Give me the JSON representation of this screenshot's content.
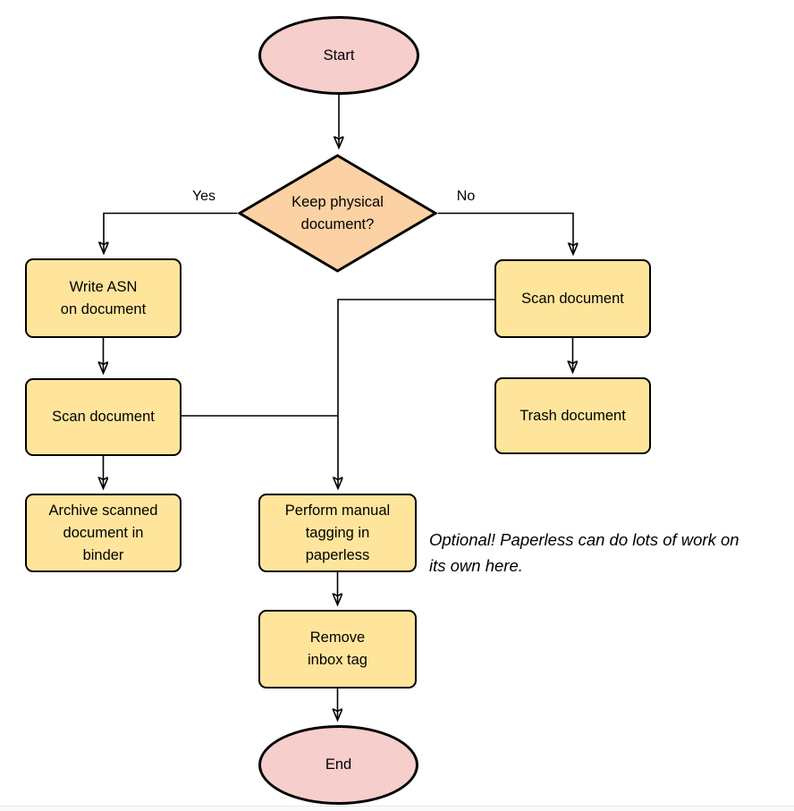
{
  "colors": {
    "terminal_fill": "#F6CECC",
    "decision_fill": "#FCD1A3",
    "process_fill": "#FFE59C",
    "stroke": "#000000"
  },
  "nodes": {
    "start": {
      "type": "terminal",
      "label": "Start"
    },
    "decision": {
      "type": "decision",
      "label": "Keep physical\ndocument?"
    },
    "write_asn": {
      "type": "process",
      "label": "Write ASN\non document"
    },
    "scan_left": {
      "type": "process",
      "label": "Scan document"
    },
    "archive": {
      "type": "process",
      "label": "Archive scanned\ndocument in\nbinder"
    },
    "scan_right": {
      "type": "process",
      "label": "Scan document"
    },
    "trash": {
      "type": "process",
      "label": "Trash document"
    },
    "tagging": {
      "type": "process",
      "label": "Perform manual\ntagging in\npaperless"
    },
    "remove_inbox": {
      "type": "process",
      "label": "Remove\ninbox tag"
    },
    "end": {
      "type": "terminal",
      "label": "End"
    }
  },
  "edge_labels": {
    "yes": "Yes",
    "no": "No"
  },
  "annotation": {
    "text": "Optional! Paperless can do lots of work on\nits own here."
  }
}
